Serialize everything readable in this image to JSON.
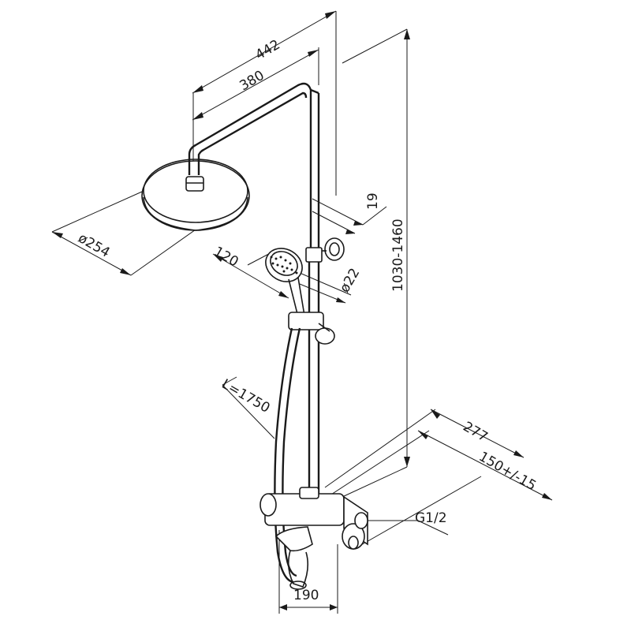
{
  "drawing": {
    "line_color": "#1a1a1a",
    "background": "#ffffff"
  },
  "dimensions": {
    "overall_width": "442",
    "arm_length": "380",
    "head_diameter": "ø254",
    "rail_offset": "19",
    "hand_shower_head": "120",
    "rail_diameter": "ø22",
    "total_height": "1030-1460",
    "hose_length": "L=1750",
    "wall_depth": "277",
    "inlet_spacing": "150+/-15",
    "inlet_thread": "G1/2",
    "spout_length": "190"
  }
}
